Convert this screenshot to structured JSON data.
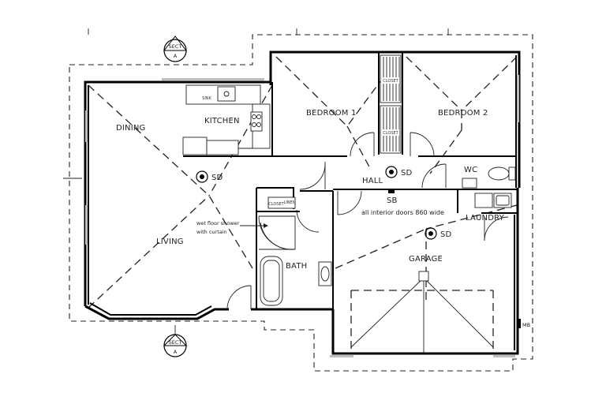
{
  "rooms": {
    "dining": "DINING",
    "kitchen": "KITCHEN",
    "bedroom1": "BEDROOM 1",
    "bedroom2": "BEDROOM 2",
    "living": "LIVING",
    "hall": "HALL",
    "wc": "WC",
    "laundry": "LAUNDRY",
    "bath": "BATH",
    "garage": "GARAGE"
  },
  "labels": {
    "sd": "SD",
    "sb": "SB",
    "mb": "MB",
    "closet": "CLOSET",
    "linen": "LINEN",
    "sink": "SINK",
    "interior_doors_note": "all interior doors 860 wide",
    "shower_note_line1": "wet floor shower",
    "shower_note_line2": "with curtain"
  },
  "section_markers": [
    {
      "line1": "SECT",
      "line2": "A"
    },
    {
      "line1": "SECT",
      "line2": "A"
    }
  ]
}
